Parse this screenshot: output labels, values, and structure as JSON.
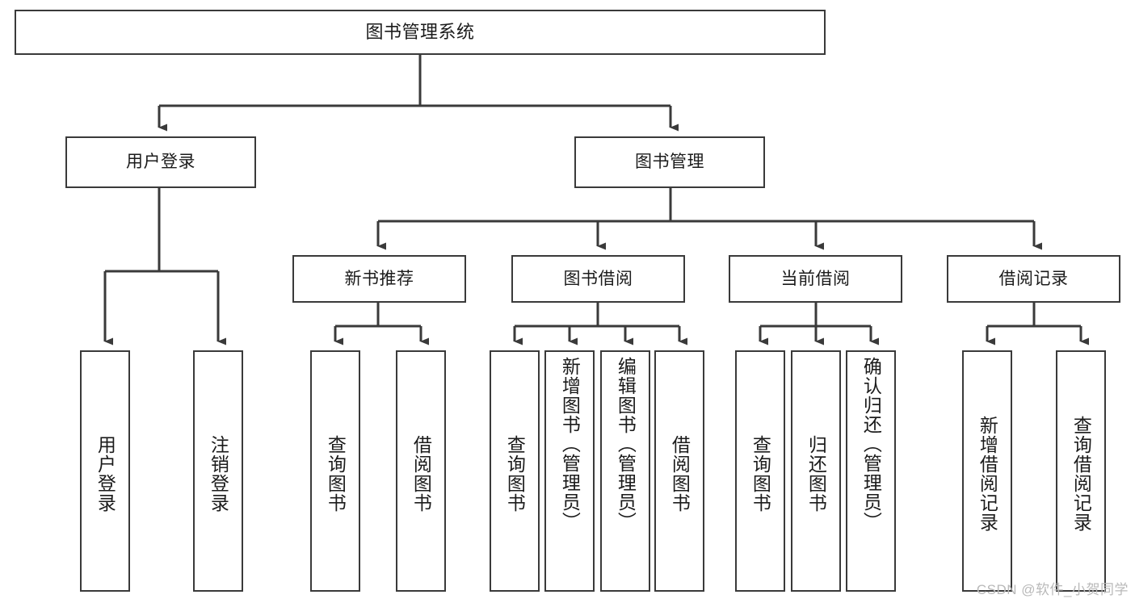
{
  "diagram": {
    "title": "图书管理系统",
    "type": "hierarchy-tree",
    "watermark": "CSDN @软件_小贺同学",
    "colors": {
      "box_border": "#3a3a3a",
      "box_fill": "#ffffff",
      "edge": "#3a3a3a",
      "text": "#1b1b1b",
      "watermark": "#b9b9b9"
    },
    "levels": {
      "root": {
        "label": "图书管理系统"
      },
      "level2": [
        {
          "label": "用户登录"
        },
        {
          "label": "图书管理"
        }
      ],
      "level3": [
        {
          "label": "新书推荐"
        },
        {
          "label": "图书借阅"
        },
        {
          "label": "当前借阅"
        },
        {
          "label": "借阅记录"
        }
      ],
      "leaves": {
        "user_login": [
          {
            "label": "用户登录"
          },
          {
            "label": "注销登录"
          }
        ],
        "new_book_recommend": [
          {
            "label": "查询图书"
          },
          {
            "label": "借阅图书"
          }
        ],
        "book_borrow": [
          {
            "label": "查询图书"
          },
          {
            "label": "新增图书（管理员）"
          },
          {
            "label": "编辑图书（管理员）"
          },
          {
            "label": "借阅图书"
          }
        ],
        "current_borrow": [
          {
            "label": "查询图书"
          },
          {
            "label": "归还图书"
          },
          {
            "label": "确认归还（管理员）"
          }
        ],
        "borrow_record": [
          {
            "label": "新增借阅记录"
          },
          {
            "label": "查询借阅记录"
          }
        ]
      }
    }
  }
}
